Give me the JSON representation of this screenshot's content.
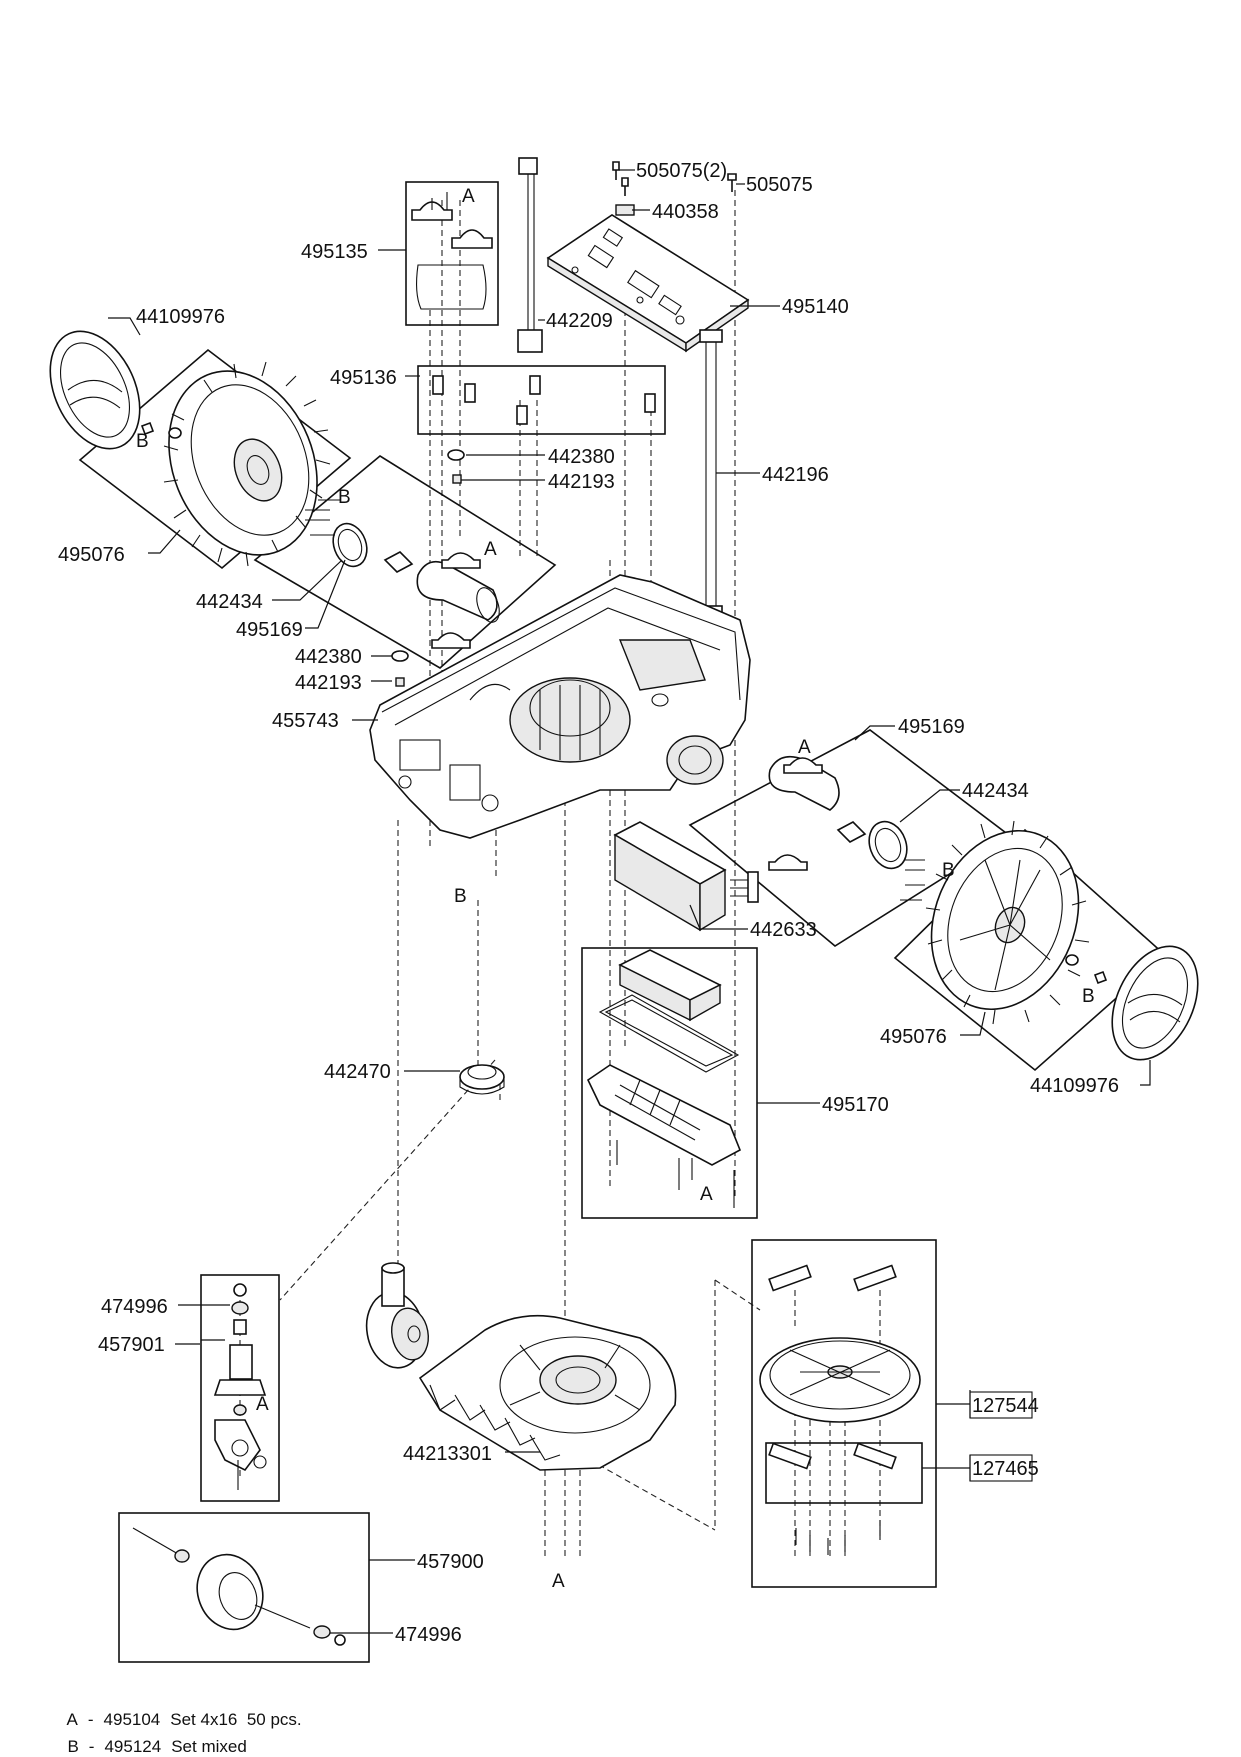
{
  "parts": {
    "p505075_2": "505075(2)",
    "p505075": "505075",
    "p440358": "440358",
    "p495135": "495135",
    "p495140": "495140",
    "p44109976_l": "44109976",
    "p442209": "442209",
    "p495136": "495136",
    "p442380_a": "442380",
    "p442193_a": "442193",
    "p442196": "442196",
    "p495076_l": "495076",
    "p442434_l": "442434",
    "p495169_l": "495169",
    "p442380_b": "442380",
    "p442193_b": "442193",
    "p455743": "455743",
    "p495169_r": "495169",
    "p442434_r": "442434",
    "p442633": "442633",
    "p495076_r": "495076",
    "p44109976_r": "44109976",
    "p442470": "442470",
    "p495170": "495170",
    "p474996_a": "474996",
    "p457901": "457901",
    "p127544": "127544",
    "p127465": "127465",
    "p44213301": "44213301",
    "p457900": "457900",
    "p474996_b": "474996"
  },
  "markers": {
    "a": "A",
    "b": "B"
  },
  "legend": [
    {
      "key": "A",
      "sep": "-",
      "code": "495104",
      "desc": "Set 4x16  50 pcs."
    },
    {
      "key": "B",
      "sep": "-",
      "code": "495124",
      "desc": "Set mixed"
    }
  ]
}
